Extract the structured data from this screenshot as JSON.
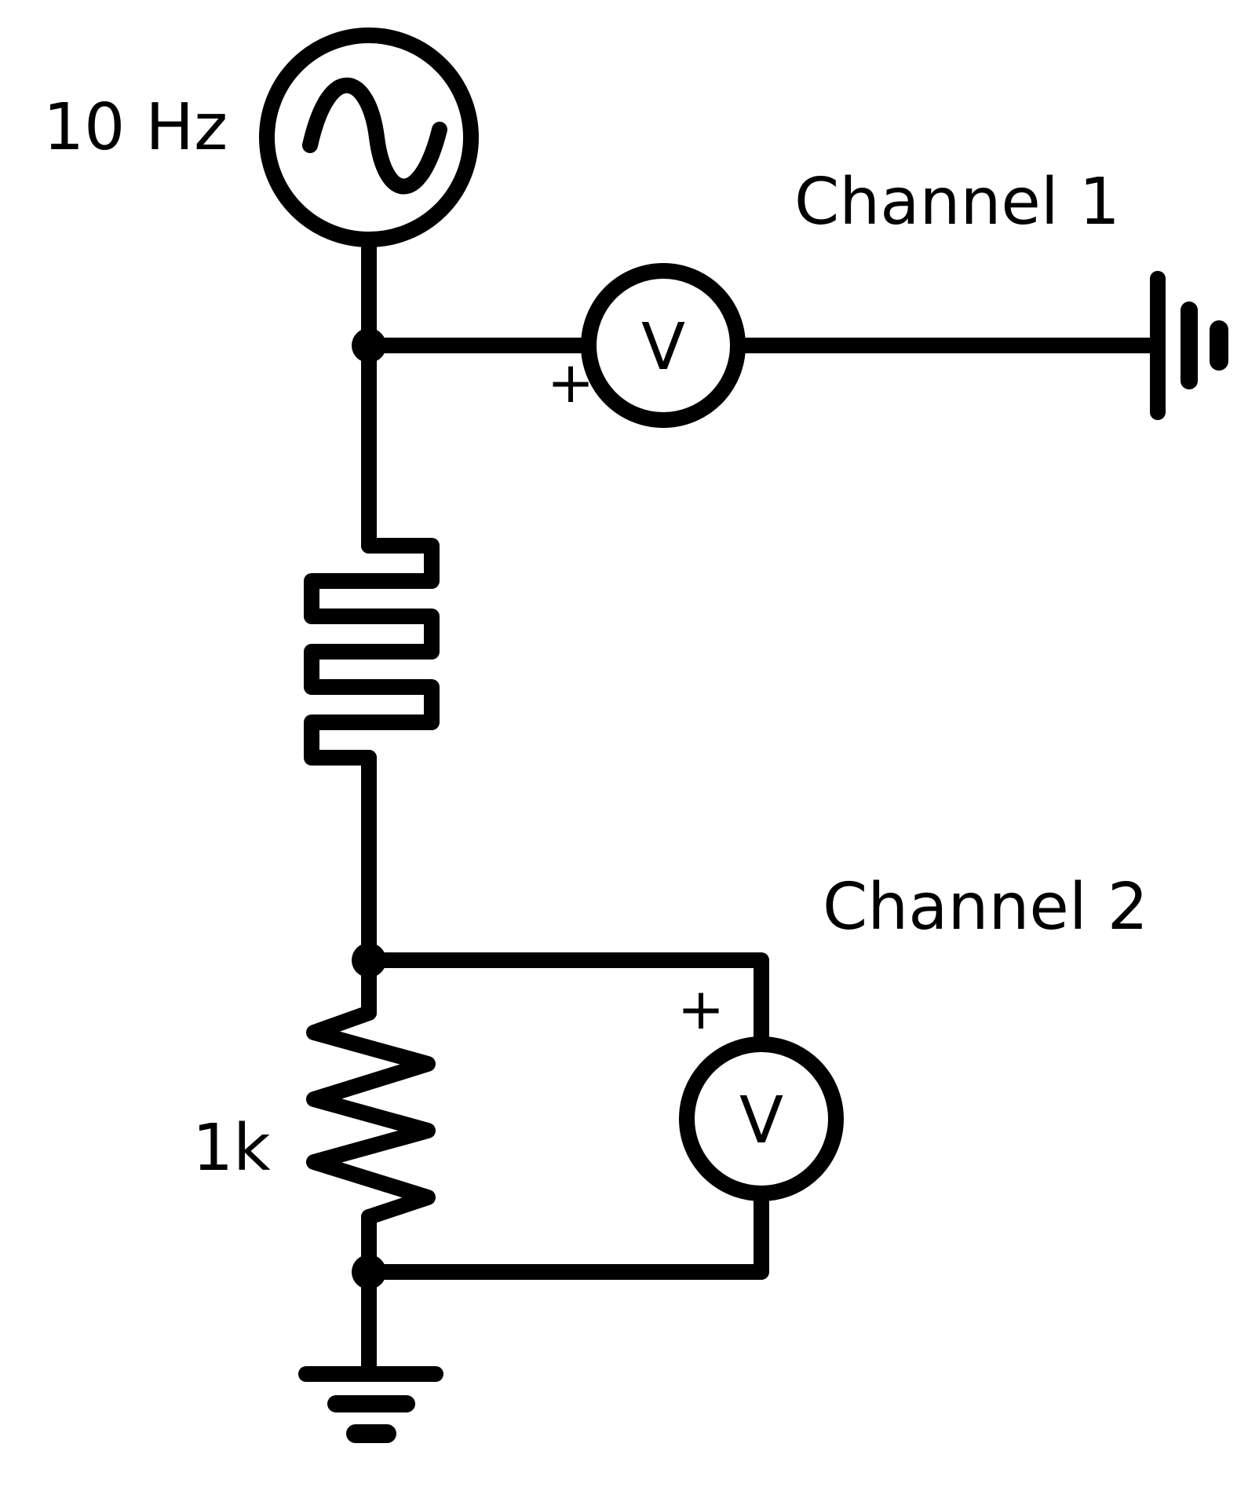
{
  "diagram": {
    "source_label": "10 Hz",
    "channel1_label": "Channel 1",
    "channel2_label": "Channel 2",
    "meter1_symbol": "V",
    "meter2_symbol": "V",
    "meter1_polarity": "+",
    "meter2_polarity": "+",
    "resistor_label": "1k"
  },
  "colors": {
    "ink": "#000000",
    "background": "#ffffff"
  },
  "icons": {
    "source": "ac-source-icon",
    "meter": "voltmeter-icon",
    "ground": "ground-icon",
    "resistor": "resistor-icon",
    "inductor": "inductor-icon"
  }
}
